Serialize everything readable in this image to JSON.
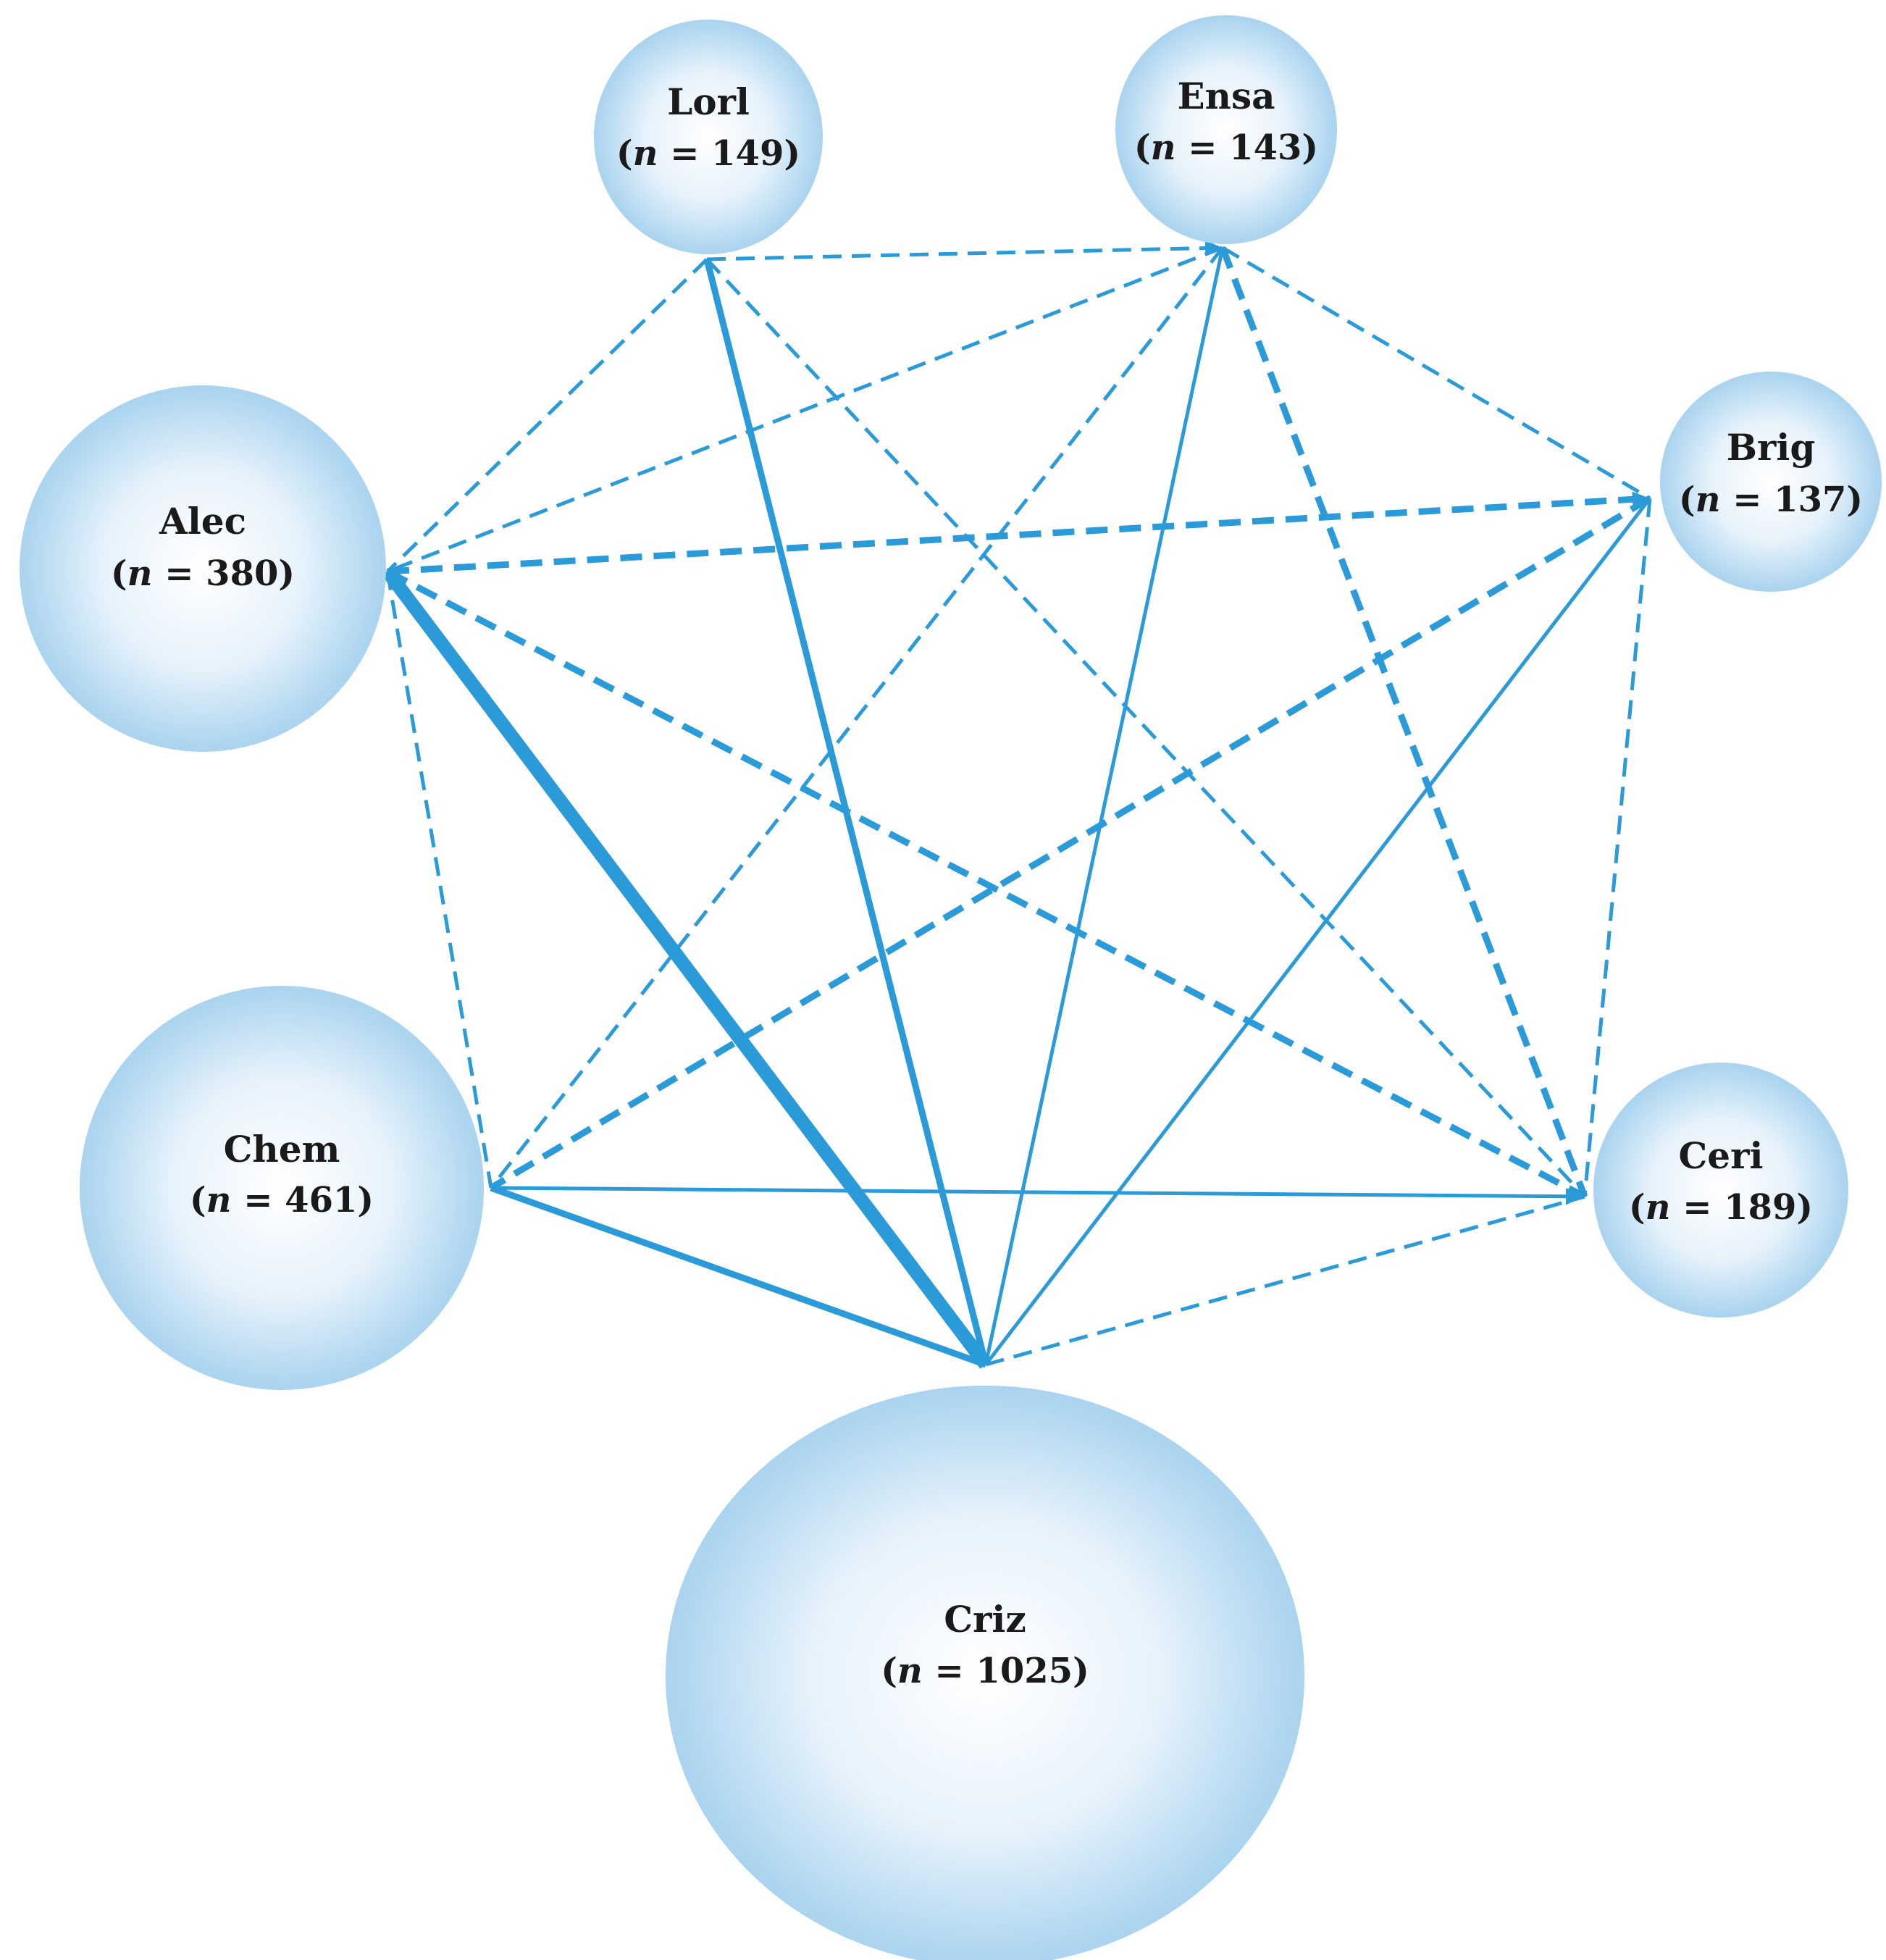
{
  "colors": {
    "edge": "#2b9ad9",
    "node_fill_center": "#ffffff",
    "node_fill_edge": "#a9d3ef"
  },
  "nodes": [
    {
      "id": "lorl",
      "name": "Lorl",
      "count_prefix": "(",
      "count_var": "n",
      "count_rest": " = 149)"
    },
    {
      "id": "ensa",
      "name": "Ensa",
      "count_prefix": "(",
      "count_var": "n",
      "count_rest": " = 143)"
    },
    {
      "id": "brig",
      "name": "Brig",
      "count_prefix": "(",
      "count_var": "n",
      "count_rest": " = 137)"
    },
    {
      "id": "alec",
      "name": "Alec",
      "count_prefix": "(",
      "count_var": "n",
      "count_rest": " = 380)"
    },
    {
      "id": "chem",
      "name": "Chem",
      "count_prefix": "(",
      "count_var": "n",
      "count_rest": " = 461)"
    },
    {
      "id": "ceri",
      "name": "Ceri",
      "count_prefix": "(",
      "count_var": "n",
      "count_rest": " = 189)"
    },
    {
      "id": "criz",
      "name": "Criz",
      "count_prefix": "(",
      "count_var": "n",
      "count_rest": " = 1025)"
    }
  ],
  "edges": [
    {
      "from": "lorl",
      "to": "ensa",
      "style": "dashed",
      "weight": "thin"
    },
    {
      "from": "lorl",
      "to": "alec",
      "style": "dashed",
      "weight": "thin"
    },
    {
      "from": "lorl",
      "to": "criz",
      "style": "solid",
      "weight": "medium"
    },
    {
      "from": "lorl",
      "to": "ceri",
      "style": "dashed",
      "weight": "thin"
    },
    {
      "from": "ensa",
      "to": "alec",
      "style": "dashed",
      "weight": "thin"
    },
    {
      "from": "ensa",
      "to": "chem",
      "style": "dashed",
      "weight": "thin"
    },
    {
      "from": "ensa",
      "to": "criz",
      "style": "solid",
      "weight": "thin"
    },
    {
      "from": "ensa",
      "to": "brig",
      "style": "dashed",
      "weight": "thin"
    },
    {
      "from": "ensa",
      "to": "ceri",
      "style": "dashed",
      "weight": "medium"
    },
    {
      "from": "alec",
      "to": "brig",
      "style": "dashed",
      "weight": "medium"
    },
    {
      "from": "alec",
      "to": "ceri",
      "style": "dashed",
      "weight": "medium"
    },
    {
      "from": "alec",
      "to": "chem",
      "style": "dashed",
      "weight": "thin"
    },
    {
      "from": "alec",
      "to": "criz",
      "style": "solid",
      "weight": "heavy"
    },
    {
      "from": "brig",
      "to": "chem",
      "style": "dashed",
      "weight": "medium"
    },
    {
      "from": "brig",
      "to": "criz",
      "style": "solid",
      "weight": "thin"
    },
    {
      "from": "brig",
      "to": "ceri",
      "style": "dashed",
      "weight": "thin"
    },
    {
      "from": "chem",
      "to": "ceri",
      "style": "solid",
      "weight": "thin"
    },
    {
      "from": "chem",
      "to": "criz",
      "style": "solid",
      "weight": "medium"
    },
    {
      "from": "criz",
      "to": "ceri",
      "style": "dashed",
      "weight": "thin"
    }
  ]
}
